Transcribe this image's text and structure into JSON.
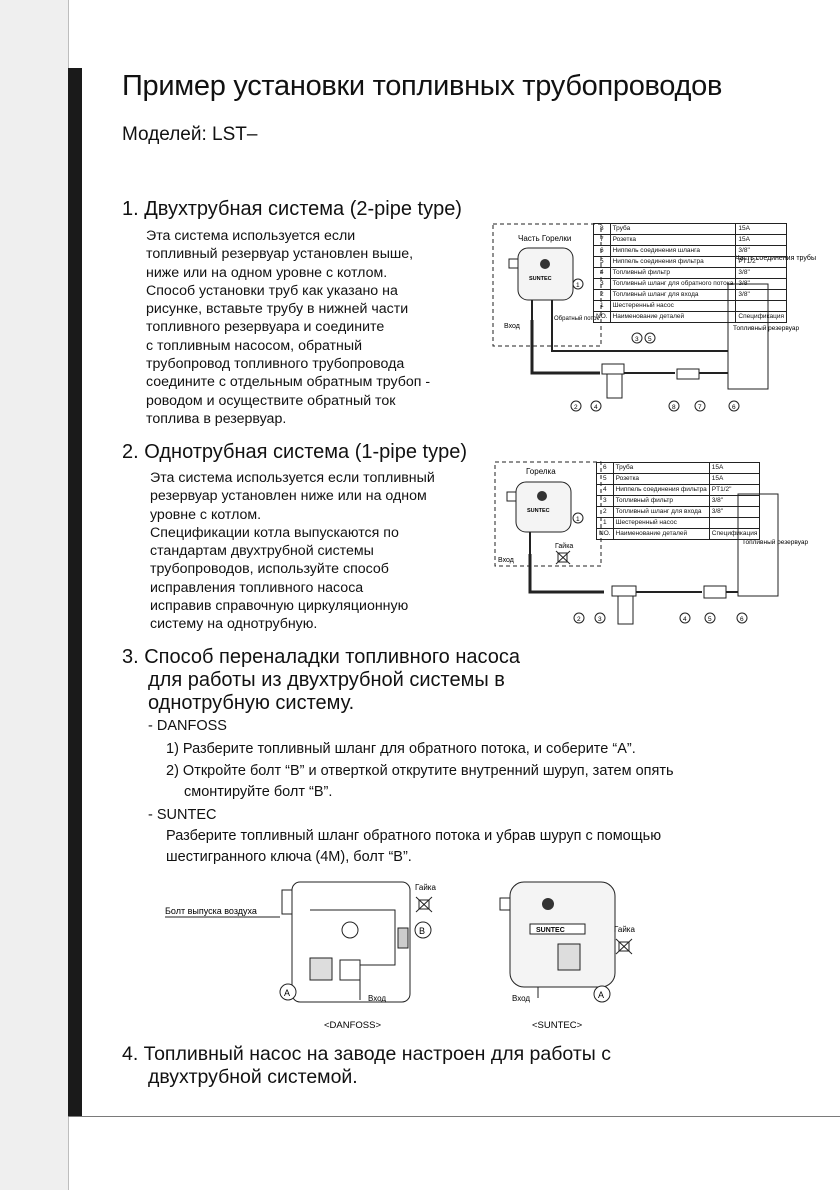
{
  "title": "Пример установки топливных трубопроводов",
  "models": "Моделей: LST–",
  "section1": {
    "heading": "1. Двухтрубная система (2-pipe type)",
    "lines": [
      "Эта система используется если",
      "топливный резервуар установлен выше,",
      "ниже или на одном уровне с котлом.",
      "Способ установки труб как указано на",
      "рисунке, вставьте трубу в нижней части",
      "топливного резервуара и соедините",
      "с топливным  насосом, обратный",
      "трубопровод топливного трубопровода",
      "соедините с отдельным обратным трубоп -",
      "роводом и осуществите обратный ток",
      "топлива в резервуар."
    ],
    "diagram": {
      "burner_part": "Часть Горелки",
      "pipe_joint_part": "Часть соединения трубы",
      "tank": "Топливный резервуар",
      "inlet": "Вход",
      "return_flow": "Обратный поток",
      "pump_brand": "SUNTEC",
      "table": [
        [
          "8",
          "Труба",
          "15A"
        ],
        [
          "7",
          "Розетка",
          "15A"
        ],
        [
          "6",
          "Ниппель соединения шланга",
          "3/8\""
        ],
        [
          "5",
          "Ниппель соединения фильтра",
          "PT1/2\""
        ],
        [
          "4",
          "Топливный фильтр",
          "3/8\""
        ],
        [
          "3",
          "Топливный шланг для обратного потока",
          "3/8\""
        ],
        [
          "2",
          "Топливный шланг для входа",
          "3/8\""
        ],
        [
          "1",
          "Шестеренный насос",
          ""
        ],
        [
          "NO.",
          "Наименование деталей",
          "Спецификация"
        ]
      ],
      "markers": [
        "1",
        "2",
        "3",
        "4",
        "5",
        "6",
        "7",
        "8"
      ]
    }
  },
  "section2": {
    "heading": "2. Однотрубная система (1-pipe type)",
    "lines": [
      "Эта система используется если топливный",
      "резервуар установлен ниже или на одном",
      "уровне с котлом.",
      "Спецификации   котла  выпускаются по",
      "стандартам двухтрубной системы",
      "трубопроводов, используйте способ",
      "исправления топливного насоса",
      "исправив справочную циркуляционную",
      "систему на однотрубную."
    ],
    "diagram": {
      "burner": "Горелка",
      "tank": "Топливный резервуар",
      "inlet": "Вход",
      "nut": "Гайка",
      "pump_brand": "SUNTEC",
      "table": [
        [
          "6",
          "Труба",
          "15A"
        ],
        [
          "5",
          "Розетка",
          "15A"
        ],
        [
          "4",
          "Ниппель соединения фильтра",
          "PT1/2\""
        ],
        [
          "3",
          "Топливный фильтр",
          "3/8\""
        ],
        [
          "2",
          "Топливный шланг для входа",
          "3/8\""
        ],
        [
          "1",
          "Шестеренный насос",
          ""
        ],
        [
          "NO.",
          "Наименование деталей",
          "Спецификация"
        ]
      ],
      "markers": [
        "1",
        "2",
        "3",
        "4",
        "5",
        "6"
      ]
    }
  },
  "section3": {
    "heading_lines": [
      "3. Способ переналадки топливного насоса",
      "для работы из двухтрубной системы в",
      "однотрубную систему."
    ],
    "danfoss_title": "- DANFOSS",
    "danfoss_step1": "1) Разберите топливный шланг для обратного потока, и соберите “A”.",
    "danfoss_step2a": "2) Откройте болт “B” и отверткой открутите внутренний шуруп, затем опять",
    "danfoss_step2b": "смонтируйте болт “B”.",
    "suntec_title": "- SUNTEC",
    "suntec_line1": "Разберите топливный шланг обратного потока и убрав шуруп с помощью",
    "suntec_line2": "шестигранного ключа (4M),                 болт “B”.",
    "figures": {
      "air_bolt": "Болт выпуска воздуха",
      "nut": "Гайка",
      "inlet": "Вход",
      "label_a": "A",
      "label_b": "B",
      "danfoss_caption": "<DANFOSS>",
      "suntec_caption": "<SUNTEC>",
      "pump_brand": "SUNTEC"
    }
  },
  "section4": {
    "lines": [
      "4. Топливный насос на заводе настроен для работы с",
      "двухтрубной системой."
    ]
  }
}
